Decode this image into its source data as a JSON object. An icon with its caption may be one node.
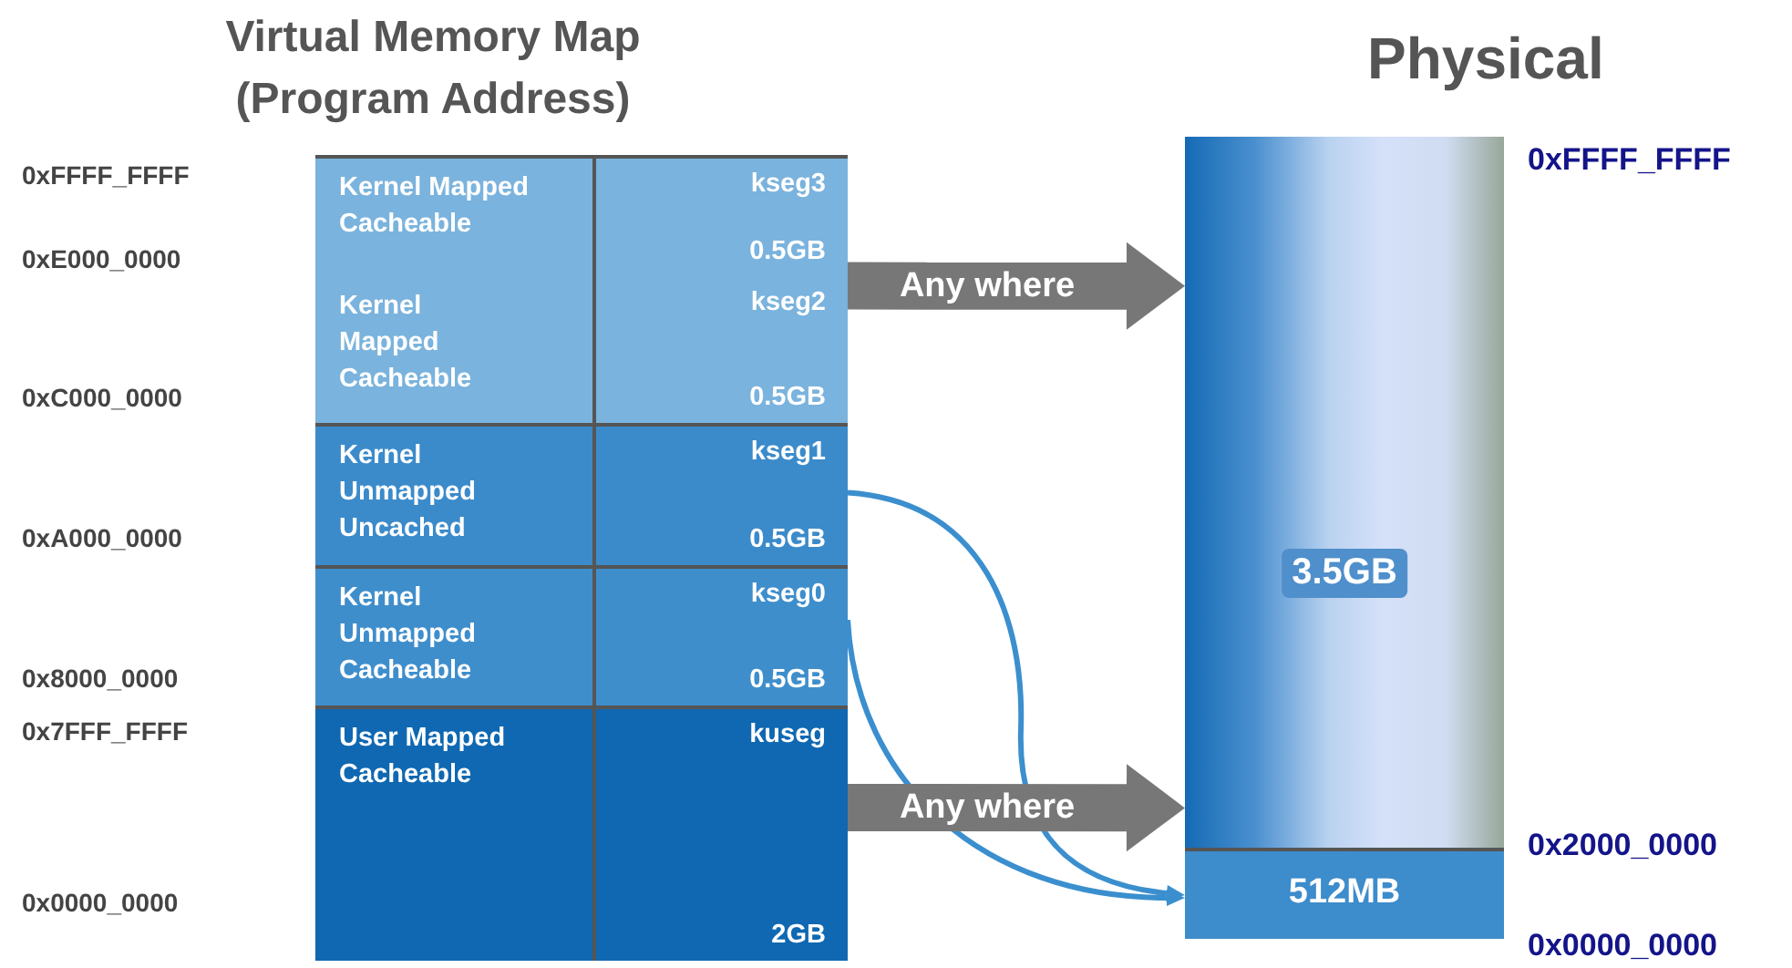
{
  "diagram": {
    "nodes": [
      {
        "text": [
          "Virtual Memory Map (Program Address)"
        ]
      },
      {
        "text": [
          "Kernel Mapped Cacheable",
          "kseg3",
          "0.5GB"
        ],
        "in": 0
      },
      {
        "text": [
          "Kernel Mapped Cacheable",
          "kseg2",
          "0.5GB"
        ],
        "in": 0
      },
      {
        "text": [
          "Kernel Unmapped Uncached",
          "kseg1",
          "0.5GB"
        ],
        "in": 0
      },
      {
        "text": [
          "Kernel Unmapped Cacheable",
          "kseg0",
          "0.5GB"
        ],
        "in": 0
      },
      {
        "text": [
          "User Mapped Cacheable",
          "kuseg",
          "2GB"
        ],
        "in": 0
      },
      {
        "text": [
          "Physical"
        ]
      },
      {
        "text": [
          "3.5GB"
        ],
        "in": 6
      },
      {
        "text": [
          "512MB"
        ],
        "in": 6
      }
    ],
    "edges": [
      {
        "from": 2,
        "to": 7,
        "arrow": "to",
        "label": "Any where",
        "style": "thick",
        "color": "#777777"
      },
      {
        "from": 5,
        "to": 7,
        "arrow": "to",
        "label": "Any where",
        "style": "thick",
        "color": "#777777"
      },
      {
        "from": 3,
        "to": 8,
        "arrow": "to",
        "color": "#3b8fce"
      },
      {
        "from": 4,
        "to": 8,
        "arrow": "to",
        "color": "#3b8fce"
      }
    ],
    "labels": [
      "0xFFFF_FFFF",
      "0xE000_0000",
      "0xC000_0000",
      "0xA000_0000",
      "0x8000_0000",
      "0x7FFF_FFFF",
      "0x0000_0000",
      "0xFFFF_FFFF",
      "0x2000_0000",
      "0x0000_0000"
    ]
  }
}
